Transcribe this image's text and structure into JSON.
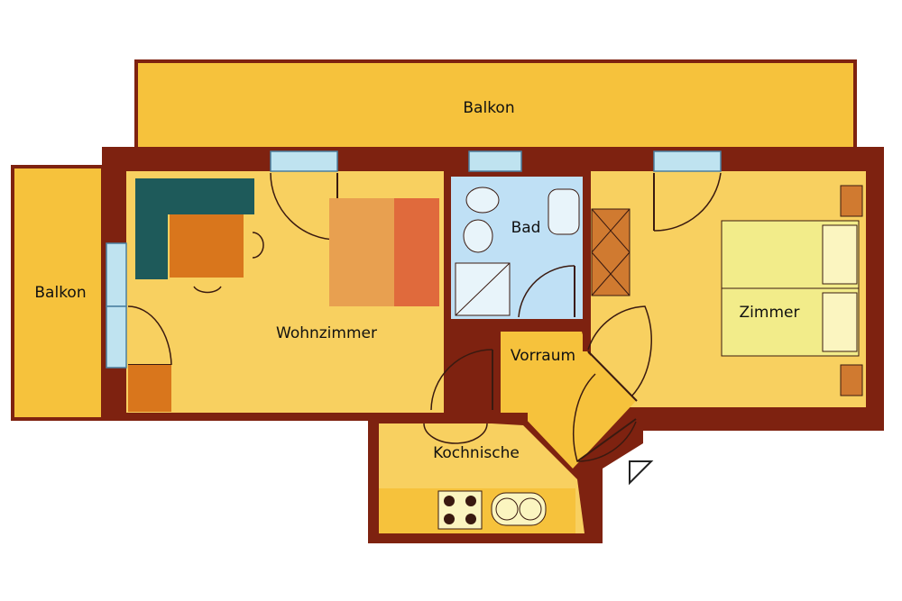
{
  "rooms": {
    "balkon_top": "Balkon",
    "balkon_left": "Balkon",
    "wohnzimmer": "Wohnzimmer",
    "bad": "Bad",
    "zimmer": "Zimmer",
    "vorraum": "Vorraum",
    "kochnische": "Kochnische"
  },
  "colors": {
    "wall": "#7e2210",
    "floor": "#f8d060",
    "balcony": "#f6c23c",
    "bath_floor": "#bfe0f5",
    "window": "#bfe3f0",
    "sofa_corner": "#1e5a5a",
    "table": "#d9761c",
    "couch": "#e8a050",
    "couch_cushion": "#e06a3c",
    "bed": "#f2ec8a",
    "cabinet": "#d07a30"
  }
}
